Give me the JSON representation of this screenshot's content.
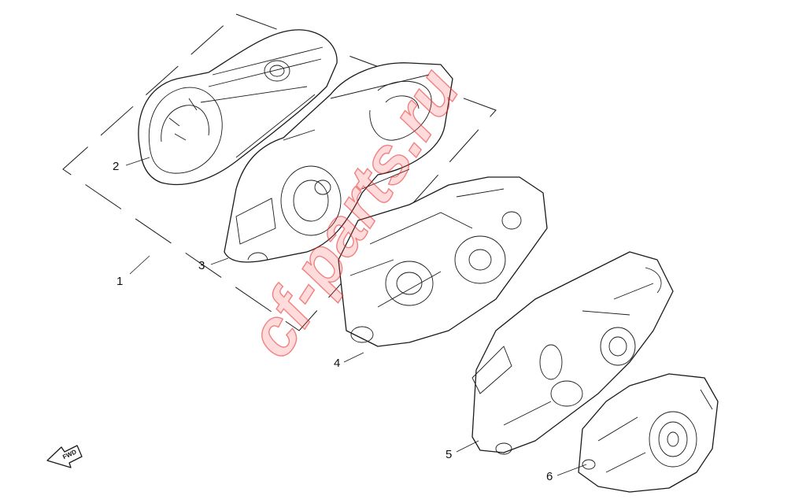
{
  "watermark": "cf-parts.ru",
  "callouts": [
    {
      "id": "1",
      "label": "1"
    },
    {
      "id": "2",
      "label": "2"
    },
    {
      "id": "3",
      "label": "3"
    },
    {
      "id": "4",
      "label": "4"
    },
    {
      "id": "5",
      "label": "5"
    },
    {
      "id": "6",
      "label": "6"
    }
  ],
  "forward_arrow": {
    "icon": "forward-direction-arrow-icon",
    "label": "FWD"
  },
  "colors": {
    "line": "#1a1a1a",
    "watermark": "#e62828",
    "background": "#ffffff"
  }
}
